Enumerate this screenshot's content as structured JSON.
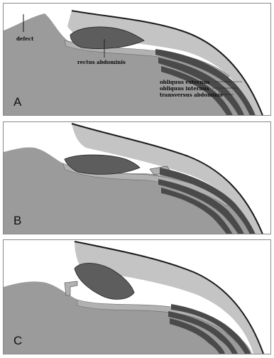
{
  "colors": {
    "body": "#9b9b9b",
    "skin_layer": "#c4c4c4",
    "muscle": "#5d5d5d",
    "muscle_dark": "#474747",
    "fascia": "#b1b1b1",
    "outline": "#1a1a1a",
    "frame": "#8a8a8a"
  },
  "labels": {
    "defect": "defect",
    "rectus": "rectus abdominis",
    "obliquus_externus": "obliquus externus",
    "obliquus_internus": "obliquus internus",
    "transversus": "transversus abdominis"
  },
  "panels": [
    {
      "letter": "A"
    },
    {
      "letter": "B"
    },
    {
      "letter": "C"
    }
  ]
}
